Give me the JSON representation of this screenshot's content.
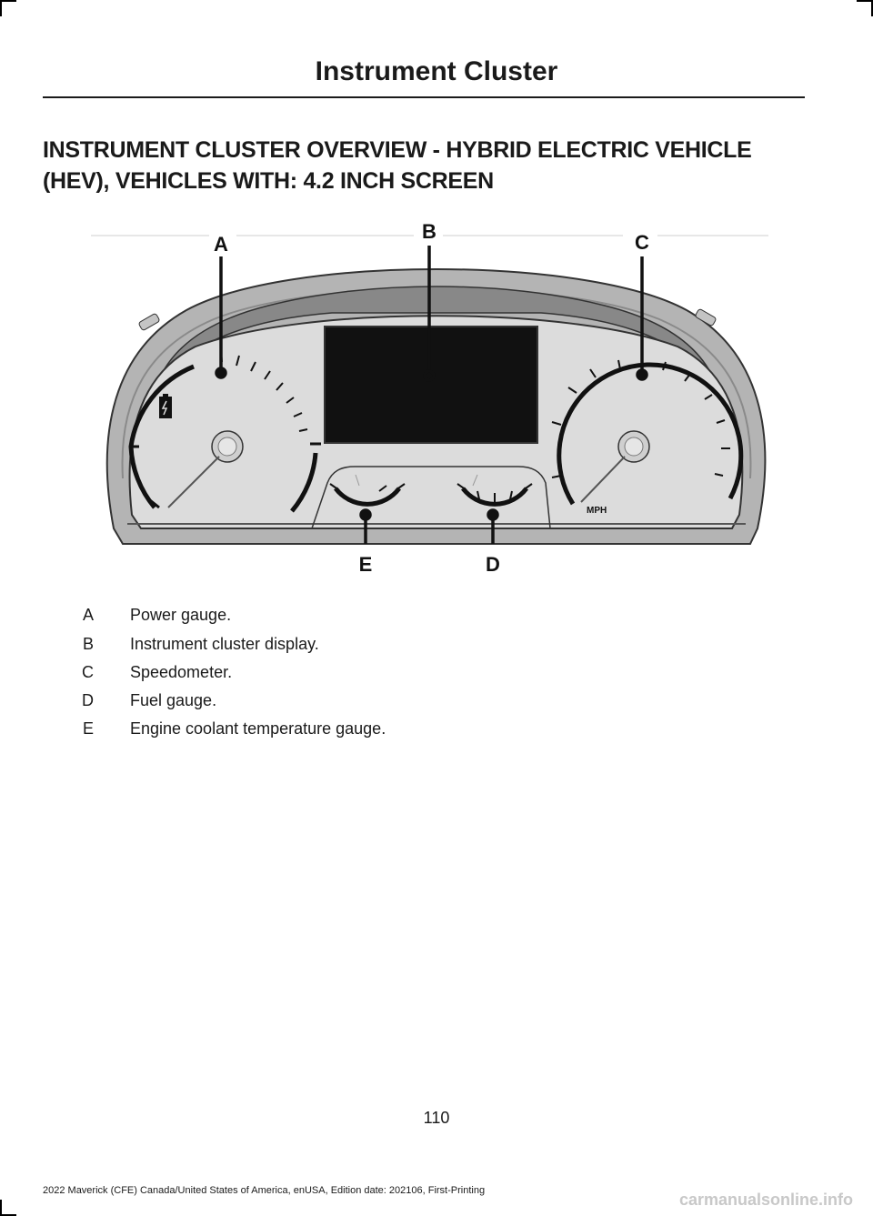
{
  "header": {
    "title": "Instrument Cluster"
  },
  "section": {
    "heading_line1": "INSTRUMENT CLUSTER OVERVIEW - HYBRID ELECTRIC VEHICLE",
    "heading_line2": "(HEV), VEHICLES WITH: 4.2 INCH SCREEN"
  },
  "figure": {
    "callouts": {
      "a": "A",
      "b": "B",
      "c": "C",
      "d": "D",
      "e": "E"
    },
    "speed_unit": "MPH",
    "colors": {
      "housing": "#b4b4b4",
      "face": "#dcdcdc",
      "display": "#111111",
      "ink": "#111111"
    }
  },
  "legend": [
    {
      "key": "A",
      "text": "Power gauge."
    },
    {
      "key": "B",
      "text": "Instrument cluster display."
    },
    {
      "key": "C",
      "text": "Speedometer."
    },
    {
      "key": "D",
      "text": "Fuel gauge."
    },
    {
      "key": "E",
      "text": "Engine coolant temperature gauge."
    }
  ],
  "page_number": "110",
  "footer": "2022 Maverick (CFE) Canada/United States of America, enUSA, Edition date: 202106, First-Printing",
  "watermark": "carmanualsonline.info"
}
